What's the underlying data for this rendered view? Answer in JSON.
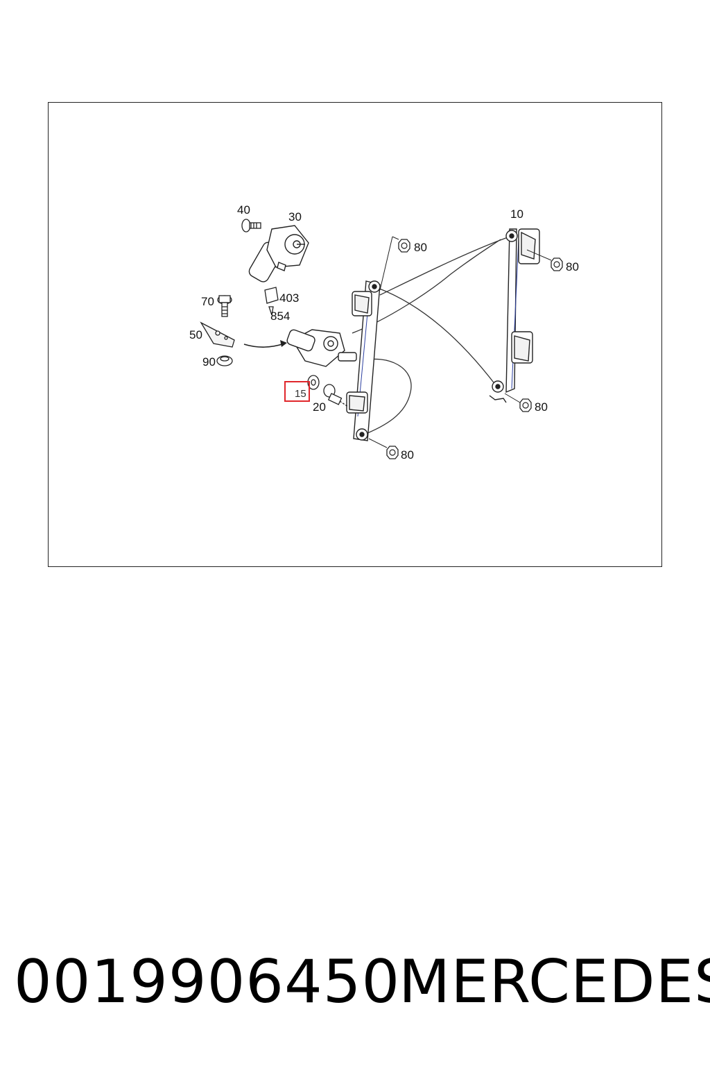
{
  "diagram": {
    "callouts": {
      "c40": "40",
      "c30": "30",
      "c10": "10",
      "c80a": "80",
      "c80b": "80",
      "c80c": "80",
      "c80d": "80",
      "c403": "403",
      "c854": "854",
      "c70": "70",
      "c50": "50",
      "c90": "90",
      "c15": "15",
      "c20": "20"
    },
    "highlight_color": "#e0262b",
    "highlighted_callout": "15"
  },
  "caption": {
    "part_number": "0019906450",
    "brand": "MERCEDES"
  }
}
